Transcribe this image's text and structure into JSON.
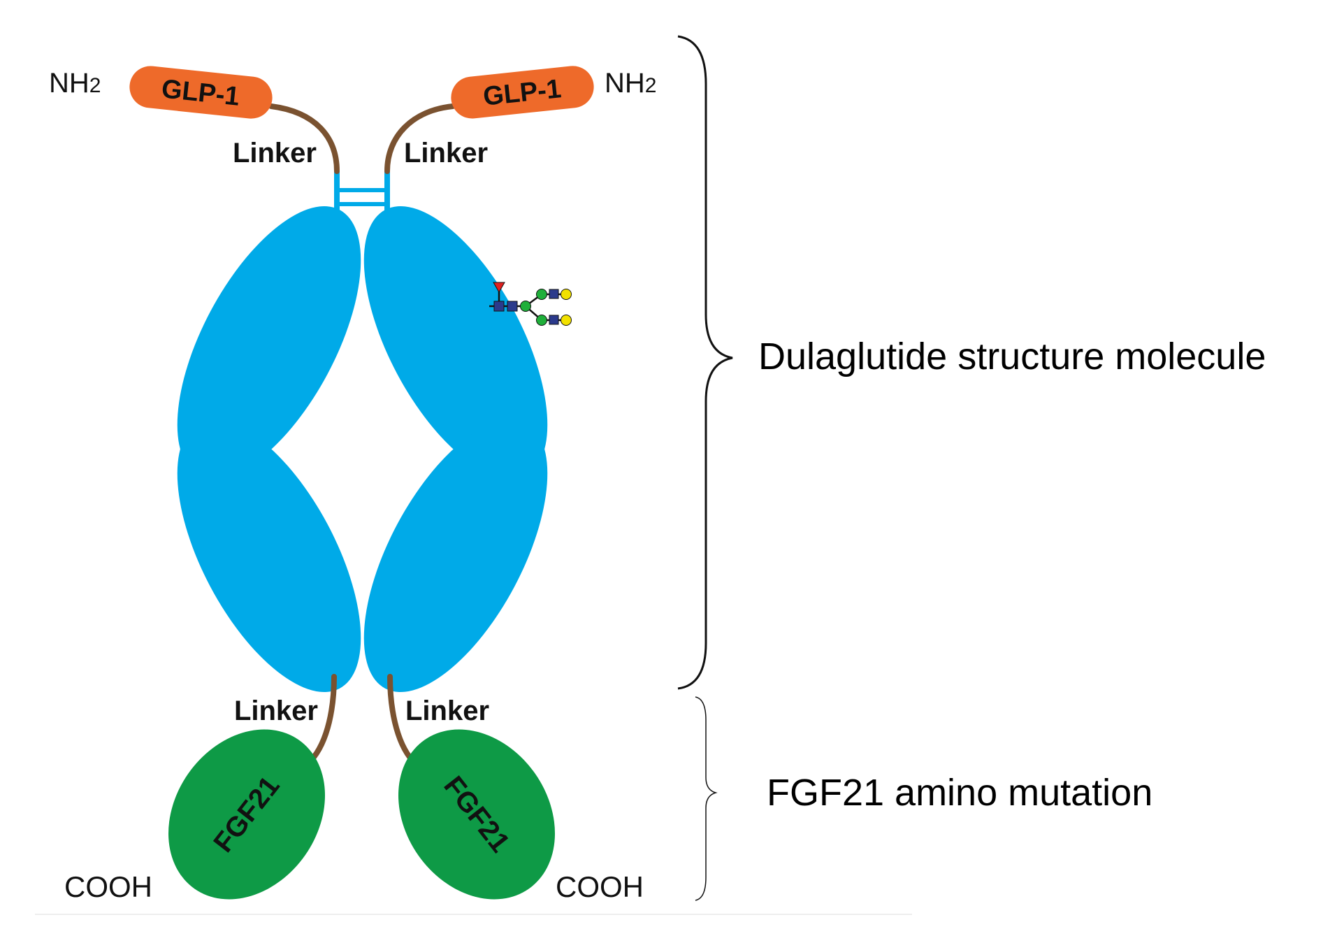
{
  "labels": {
    "nh2_left": "NH",
    "nh2_right": "NH",
    "nh2_sub": "2",
    "glp1_left": "GLP-1",
    "glp1_right": "GLP-1",
    "linker_top_left": "Linker",
    "linker_top_right": "Linker",
    "linker_bottom_left": "Linker",
    "linker_bottom_right": "Linker",
    "fgf21_left": "FGF21",
    "fgf21_right": "FGF21",
    "cooh_left": "COOH",
    "cooh_right": "COOH",
    "dulaglutide": "Dulaglutide structure molecule",
    "fgf21_mutation": "FGF21 amino mutation"
  },
  "colors": {
    "glp1": "#EE6A2A",
    "fc": "#00AAE8",
    "linker": "#7A5230",
    "fgf21": "#0E9A46",
    "glycan_mannose": "#1FAF3A",
    "glycan_galactose": "#F2E100",
    "glycan_glcnac": "#2B3A8C",
    "glycan_fucose": "#E02020"
  }
}
